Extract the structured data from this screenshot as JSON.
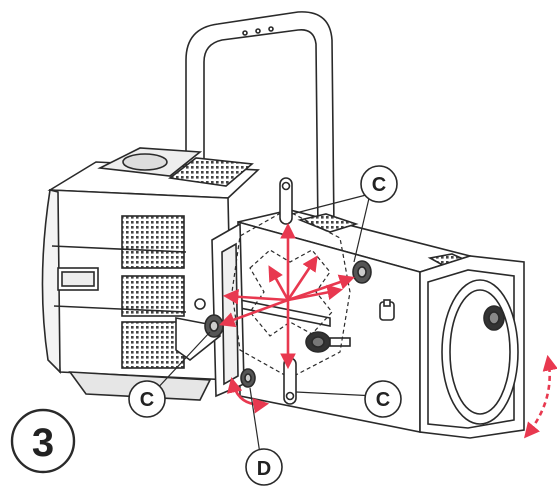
{
  "step": {
    "number": "3"
  },
  "callouts": {
    "top": "C",
    "left": "C",
    "right": "C",
    "bottom": "D"
  },
  "colors": {
    "accent": "#e8384f",
    "line": "#2a2a2a",
    "fill": "#ffffff",
    "grille": "#444444"
  },
  "icons": {
    "adjust_arrows": "red-double-arrow-icon",
    "rotate_arrow": "curved-rotation-arrow-icon",
    "tilt_arrow": "dashed-curved-arrow-icon"
  }
}
